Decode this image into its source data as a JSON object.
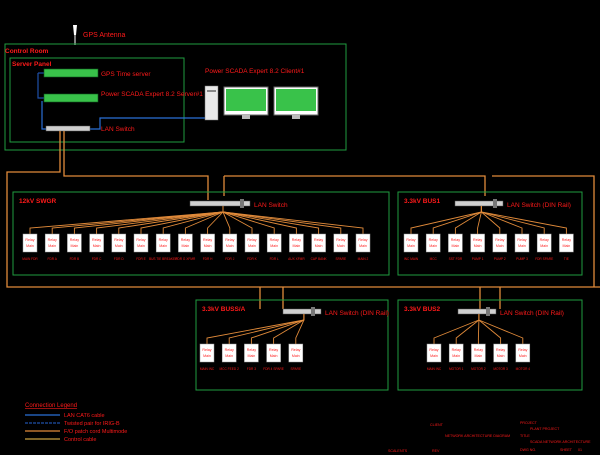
{
  "colors": {
    "background": "#000000",
    "frame_green": "#1f9d3f",
    "label_red": "#ff1a1a",
    "fiber_orange": "#e08a3a",
    "lan_blue": "#2a6fd6",
    "twisted_blue": "#1f4fa8",
    "relay_fill": "#ffffff",
    "server_green": "#39c24a"
  },
  "gps_antenna": {
    "label": "GPS Antenna"
  },
  "control_room": {
    "label": "Control Room",
    "server_panel": {
      "label": "Server Panel",
      "devices": [
        {
          "label": "GPS Time server"
        },
        {
          "label": "Power SCADA Expert 8.2 Server#1"
        },
        {
          "label": "LAN Switch"
        }
      ]
    },
    "client": {
      "label": "Power SCADA Expert 8.2 Client#1"
    }
  },
  "panels": [
    {
      "title": "12kV SWGR",
      "switch_label": "LAN Switch",
      "relays": [
        {
          "text": "Relay Main",
          "caption": "MAIN FDR"
        },
        {
          "text": "Relay Main",
          "caption": "FDR A"
        },
        {
          "text": "Relay Main",
          "caption": "FDR B"
        },
        {
          "text": "Relay Main",
          "caption": "FDR C"
        },
        {
          "text": "Relay Main",
          "caption": "FDR D"
        },
        {
          "text": "Relay Main",
          "caption": "FDR E"
        },
        {
          "text": "Relay Main",
          "caption": "BUS TIE BREAKER"
        },
        {
          "text": "Relay Main",
          "caption": "FDR G XFMR"
        },
        {
          "text": "Relay Main",
          "caption": "FDR H"
        },
        {
          "text": "Relay Main",
          "caption": "FDR J"
        },
        {
          "text": "Relay Main",
          "caption": "FDR K"
        },
        {
          "text": "Relay Main",
          "caption": "FDR L"
        },
        {
          "text": "Relay Main",
          "caption": "AUX XFMR"
        },
        {
          "text": "Relay Main",
          "caption": "CAP BANK"
        },
        {
          "text": "Relay Main",
          "caption": "SPARE"
        },
        {
          "text": "Relay Main",
          "caption": "MAIN 2"
        }
      ]
    },
    {
      "title": "3.3kV BUS1",
      "switch_label": "LAN Switch (DIN Rail)",
      "relays": [
        {
          "text": "Relay Main",
          "caption": "INC MAIN"
        },
        {
          "text": "Relay Main",
          "caption": "MCC"
        },
        {
          "text": "Relay Main",
          "caption": "SST FDR"
        },
        {
          "text": "Relay Main",
          "caption": "PUMP 1"
        },
        {
          "text": "Relay Main",
          "caption": "PUMP 2"
        },
        {
          "text": "Relay Main",
          "caption": "PUMP 3"
        },
        {
          "text": "Relay Main",
          "caption": "FDR SPARE"
        },
        {
          "text": "Relay Main",
          "caption": "TIE"
        }
      ]
    },
    {
      "title": "3.3kV BUSS/A",
      "switch_label": "LAN Switch (DIN Rail)",
      "relays": [
        {
          "text": "Relay Main",
          "caption": "MAIN INC"
        },
        {
          "text": "Relay Main",
          "caption": "MCC FEED 2"
        },
        {
          "text": "Relay Main",
          "caption": "FDR 3"
        },
        {
          "text": "Relay Main",
          "caption": "FDR 4 SPARE"
        },
        {
          "text": "Relay Main",
          "caption": "SPARE"
        }
      ]
    },
    {
      "title": "3.3kV BUS2",
      "switch_label": "LAN Switch (DIN Rail)",
      "relays": [
        {
          "text": "Relay Main",
          "caption": "MAIN INC"
        },
        {
          "text": "Relay Main",
          "caption": "MOTOR 1"
        },
        {
          "text": "Relay Main",
          "caption": "MOTOR 2"
        },
        {
          "text": "Relay Main",
          "caption": "MOTOR 3"
        },
        {
          "text": "Relay Main",
          "caption": "MOTOR 4"
        }
      ]
    }
  ],
  "legend": {
    "title": "Connection Legend",
    "items": [
      {
        "label": "LAN CAT6 cable",
        "kind": "lan"
      },
      {
        "label": "Twisted pair for IRIG-B",
        "kind": "twisted"
      },
      {
        "label": "F/O patch cord Multimode",
        "kind": "fiber"
      },
      {
        "label": "Control cable",
        "kind": "control"
      }
    ]
  },
  "title_block": {
    "client_label": "CLIENT",
    "project_label": "PROJECT",
    "project_value": "PLANT PROJECT",
    "title_label": "TITLE",
    "title_value": "SCADA NETWORK ARCHITECTURE",
    "drawing_label": "DWG NO.",
    "scale_label": "SCALE",
    "scale_value": "NTS",
    "rev_label": "REV",
    "sheet_label": "SHEET",
    "line1": "NETWORK ARCHITECTURE DIAGRAM",
    "sheet_value": "01"
  }
}
